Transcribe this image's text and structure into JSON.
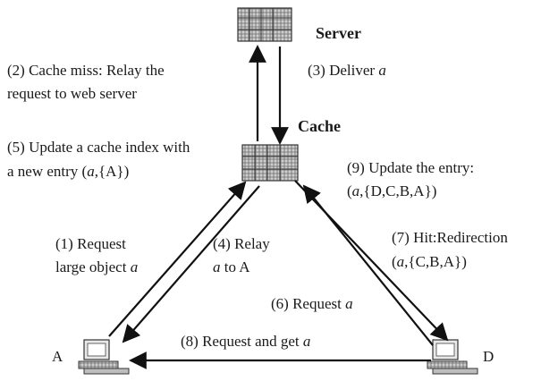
{
  "nodes": {
    "server": "Server",
    "cache": "Cache",
    "client_a": "A",
    "client_d": "D"
  },
  "labels": {
    "step2_line1": "(2) Cache miss: Relay the",
    "step2_line2": "request to web server",
    "step3_prefix": "(3) Deliver ",
    "step3_obj": "a",
    "step5_line1": "(5) Update a cache index with",
    "step5_line2_prefix": "a new entry (",
    "step5_line2_obj": "a",
    "step5_line2_suffix": ",{A})",
    "step9_line1": "(9) Update the entry:",
    "step9_line2_prefix": "(",
    "step9_line2_obj": "a",
    "step9_line2_suffix": ",{D,C,B,A})",
    "step1_line1": "(1) Request",
    "step1_line2_prefix": "large object ",
    "step1_line2_obj": "a",
    "step4_line1": "(4) Relay",
    "step4_line2_obj": "a",
    "step4_line2_suffix": " to A",
    "step7_line1": "(7) Hit:Redirection",
    "step7_line2_prefix": "(",
    "step7_line2_obj": "a",
    "step7_line2_suffix": ",{C,B,A})",
    "step6_prefix": "(6) Request ",
    "step6_obj": "a",
    "step8_prefix": "(8) Request and get ",
    "step8_obj": "a"
  }
}
